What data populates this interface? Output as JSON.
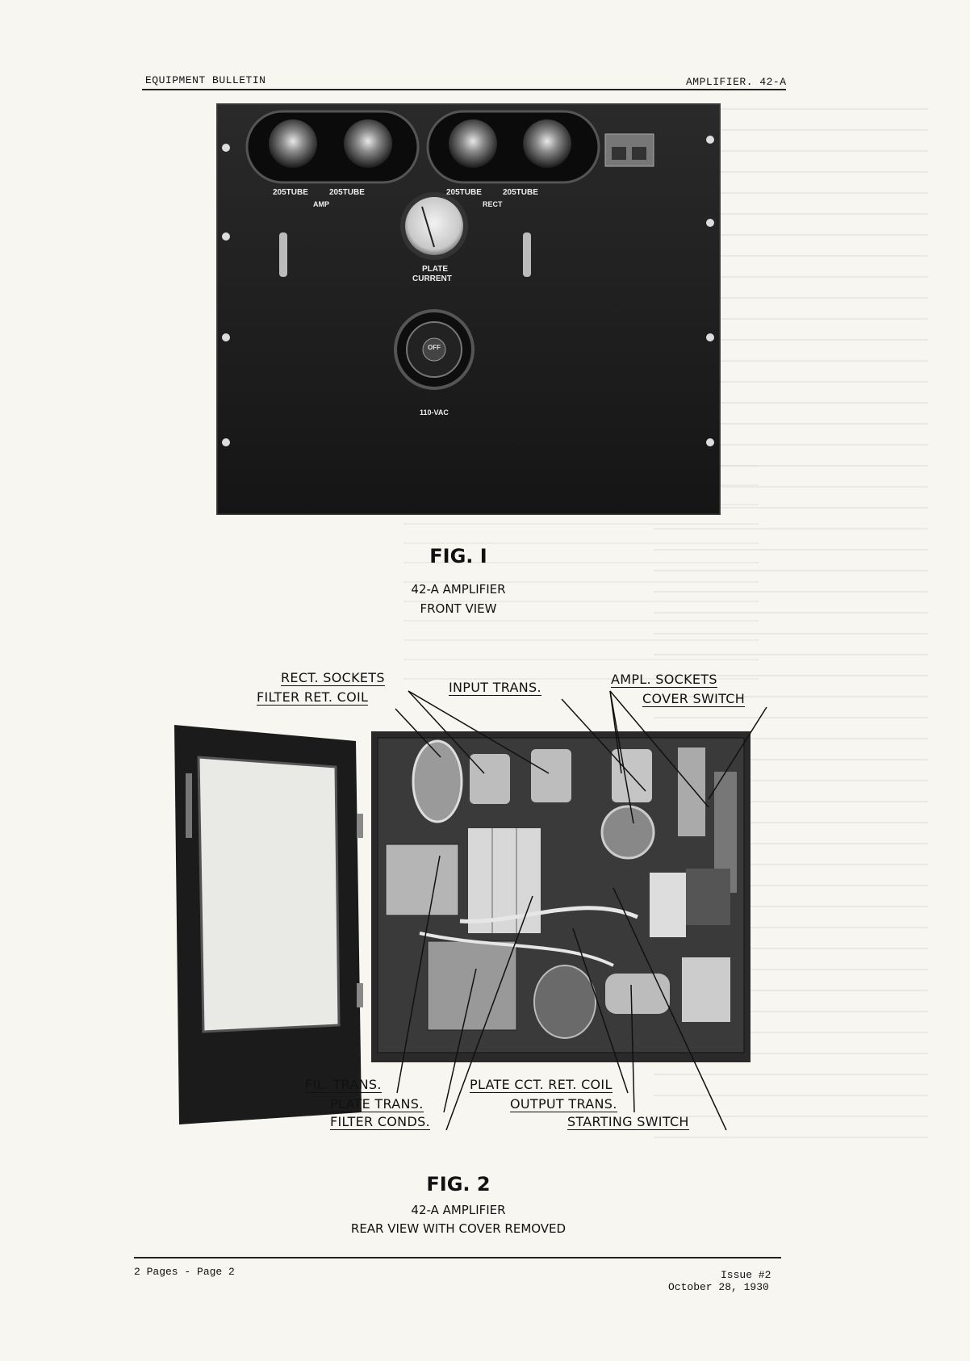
{
  "header": {
    "left": "EQUIPMENT BULLETIN",
    "right": "AMPLIFIER. 42-A"
  },
  "fig1": {
    "title": "FIG. I",
    "caption_line1": "42-A AMPLIFIER",
    "caption_line2": "FRONT VIEW",
    "panel": {
      "tube_labels": [
        "205TUBE",
        "205TUBE",
        "205TUBE",
        "205TUBE"
      ],
      "group_amp": "AMP",
      "group_rect": "RECT",
      "meter_label_line1": "PLATE",
      "meter_label_line2": "CURRENT",
      "switch_text": "OFF",
      "power_label": "110-VAC"
    }
  },
  "fig2": {
    "title": "FIG. 2",
    "caption_line1": "42-A AMPLIFIER",
    "caption_line2": "REAR VIEW WITH COVER REMOVED",
    "labels": {
      "rect_sockets": "RECT. SOCKETS",
      "filter_ret_coil": "FILTER RET. COIL",
      "input_trans": "INPUT TRANS.",
      "ampl_sockets": "AMPL. SOCKETS",
      "cover_switch": "COVER SWITCH",
      "fil_trans": "FIL. TRANS.",
      "plate_trans": "PLATE TRANS.",
      "filter_conds": "FILTER CONDS.",
      "plate_cct_ret_coil": "PLATE CCT. RET. COIL",
      "output_trans": "OUTPUT TRANS.",
      "starting_switch": "STARTING SWITCH"
    }
  },
  "footer": {
    "left": "2 Pages - Page 2",
    "issue": "Issue #2",
    "date": "October 28, 1930"
  },
  "colors": {
    "paper": "#f7f6f1",
    "ink": "#111111",
    "panel": "#1c1c1c",
    "bleed": "#c9c8c2"
  }
}
